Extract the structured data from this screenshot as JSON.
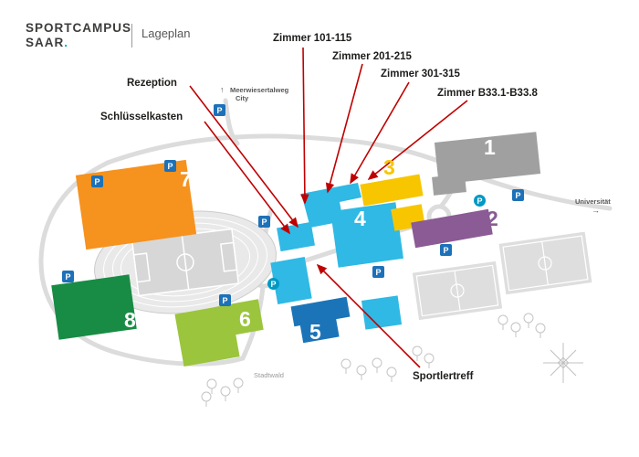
{
  "header": {
    "brand_line1": "SPORTCAMPUS",
    "brand_line2": "SAAR",
    "brand_dot": ".",
    "title": "Lageplan"
  },
  "callouts": [
    {
      "label": "Zimmer 101-115"
    },
    {
      "label": "Zimmer 201-215"
    },
    {
      "label": "Zimmer 301-315"
    },
    {
      "label": "Zimmer B33.1-B33.8"
    },
    {
      "label": "Rezeption"
    },
    {
      "label": "Schlüsselkasten"
    },
    {
      "label": "Sportlertreff"
    }
  ],
  "buildings": [
    {
      "number": "1",
      "color": "#a0a0a0"
    },
    {
      "number": "2",
      "color": "#8a5b94"
    },
    {
      "number": "3",
      "color": "#f7c600"
    },
    {
      "number": "4",
      "color": "#2fb9e4"
    },
    {
      "number": "5",
      "color": "#1b74b8"
    },
    {
      "number": "6",
      "color": "#9bc53d"
    },
    {
      "number": "7",
      "color": "#f6921e"
    },
    {
      "number": "8",
      "color": "#188c44"
    }
  ],
  "map_labels": {
    "street": "Meerwiesertalweg",
    "city": "City",
    "university": "Universität",
    "forest": "Stadtwald",
    "up_arrow": "↑",
    "right_arrow": "→"
  },
  "parking": {
    "label": "P"
  },
  "palette": {
    "road": "#dcdcdc",
    "arrow_red": "#c00000",
    "parking_blue": "#1d71b8",
    "brand_teal": "#00b1b0"
  }
}
